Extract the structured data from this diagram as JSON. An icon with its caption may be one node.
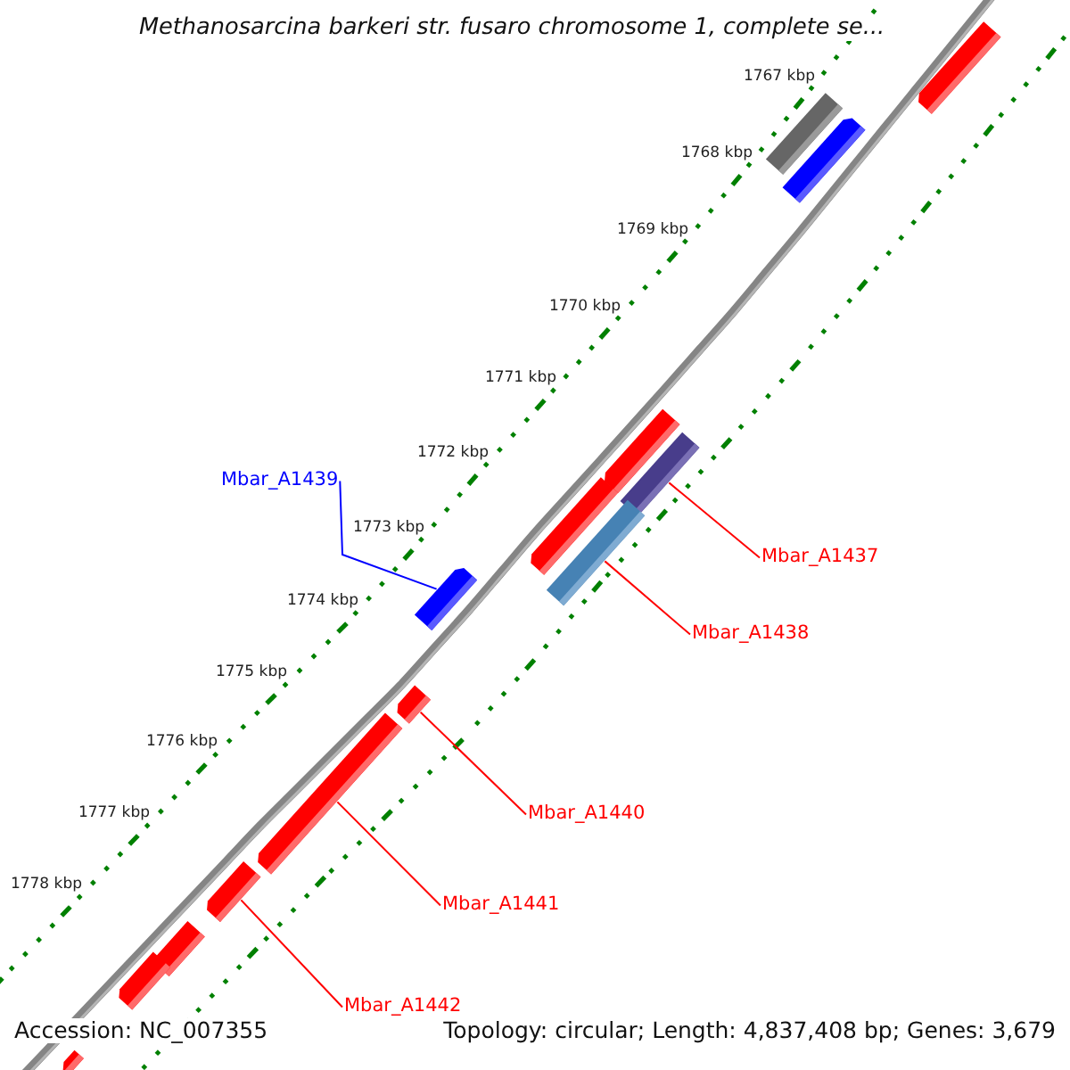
{
  "diagram": {
    "title": "Methanosarcina barkeri str. fusaro chromosome 1, complete se...",
    "nodes": [
      {
        "text": [],
        "shape": "arrow"
      },
      {
        "text": [],
        "shape": "bar"
      },
      {
        "text": [],
        "shape": "arrow"
      },
      {
        "text": [],
        "shape": "arrow"
      },
      {
        "text": [],
        "shape": "bar"
      },
      {
        "text": [
          "Mbar_A1439"
        ]
      },
      {
        "text": [],
        "shape": "arrow"
      },
      {
        "text": [],
        "shape": "bar"
      },
      {
        "text": [
          "Mbar_A1437"
        ]
      },
      {
        "text": [],
        "shape": "arrow"
      },
      {
        "text": [
          "Mbar_A1438"
        ]
      },
      {
        "text": [],
        "shape": "arrow"
      },
      {
        "text": [],
        "shape": "arrow"
      },
      {
        "text": [
          "Mbar_A1440"
        ]
      },
      {
        "text": [],
        "shape": "arrow"
      },
      {
        "text": [
          "Mbar_A1441"
        ]
      },
      {
        "text": [],
        "shape": "arrow"
      },
      {
        "text": [],
        "shape": "arrow"
      },
      {
        "text": [
          "Mbar_A1442"
        ]
      },
      {
        "text": [],
        "shape": "arrow"
      }
    ],
    "edges": [
      {
        "from": 5,
        "to": 9,
        "arrow": "none",
        "color": "#0000ff"
      },
      {
        "from": 8,
        "to": 4,
        "arrow": "none"
      },
      {
        "from": 10,
        "to": 7,
        "arrow": "none"
      },
      {
        "from": 13,
        "to": 11,
        "arrow": "none"
      },
      {
        "from": 15,
        "to": 12,
        "arrow": "none"
      },
      {
        "from": 18,
        "to": 14,
        "arrow": "none"
      }
    ],
    "labels": [
      "1767 kbp",
      "1768 kbp",
      "1769 kbp",
      "1770 kbp",
      "1771 kbp",
      "1772 kbp",
      "1773 kbp",
      "1774 kbp",
      "1775 kbp",
      "1776 kbp",
      "1777 kbp",
      "1778 kbp",
      "Accession: NC_007355",
      "Topology: circular; Length: 4,837,408 bp; Genes: 3,679"
    ]
  }
}
